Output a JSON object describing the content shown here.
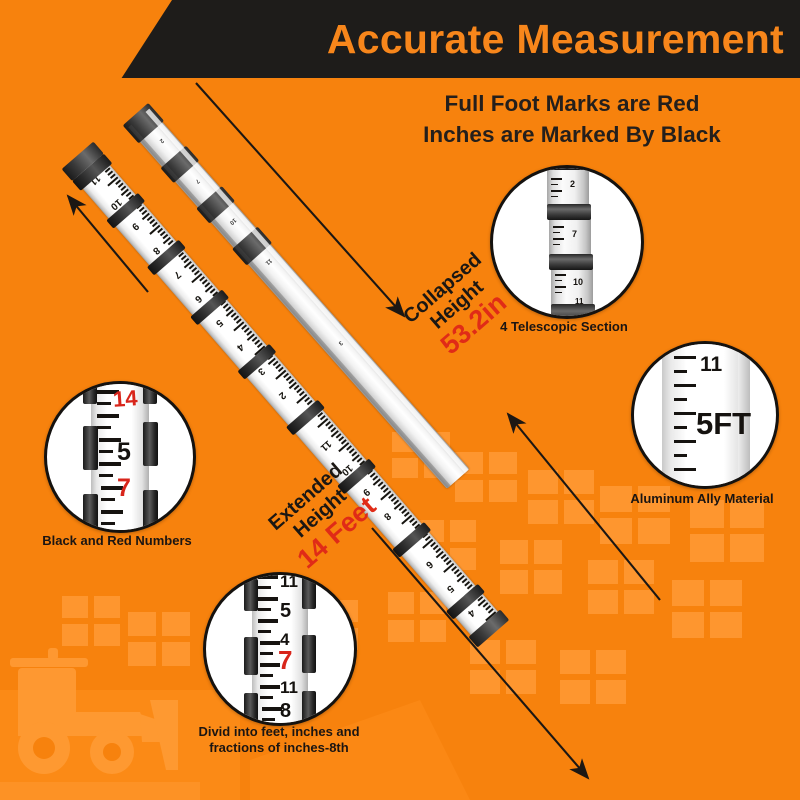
{
  "header": {
    "title": "Accurate Measurement",
    "title_color": "#F7861B",
    "banner_color": "#1E1C1A"
  },
  "subtitle": {
    "line1": "Full Foot Marks are Red",
    "line2": "Inches are Marked By Black",
    "color": "#241F1C"
  },
  "background": {
    "color": "#F7820D",
    "accent_color": "#FF9429",
    "silhouettes": [
      "bulldozer-silhouette",
      "building-blocks-silhouette"
    ]
  },
  "annotations": {
    "collapsed": {
      "label": "Collapsed\nHeight",
      "label_line1": "Collapsed",
      "label_line2": "Height",
      "value": "53.2in",
      "value_color": "#E02B17"
    },
    "extended": {
      "label_line1": "Extended",
      "label_line2": "Height",
      "value": "14 Feet",
      "value_color": "#E02B17"
    }
  },
  "callouts": [
    {
      "id": "telescopic",
      "name": "4-telescopic-section",
      "label": "4 Telescopic Section",
      "numbers": [
        "2",
        "7",
        "10",
        "11"
      ]
    },
    {
      "id": "material",
      "name": "aluminum-ally-material",
      "label": "Aluminum Ally Material",
      "numbers": [
        "11",
        "5FT"
      ]
    },
    {
      "id": "numbers",
      "name": "black-and-red-numbers",
      "label": "Black and Red Numbers",
      "numbers": [
        "14",
        "5",
        "7"
      ],
      "red_numbers": [
        "14",
        "7"
      ],
      "black_numbers": [
        "5"
      ]
    },
    {
      "id": "fractions",
      "name": "divid-into-feet-inches",
      "label_line1": "Divid into feet, inches and",
      "label_line2": "fractions of inches-8th",
      "numbers": [
        "11",
        "5",
        "4",
        "7",
        "11",
        "8"
      ],
      "red_numbers": [
        "7"
      ]
    }
  ],
  "rods": {
    "extended": {
      "name": "extended-measuring-rod",
      "face_numbers": [
        "11",
        "10",
        "9",
        "8",
        "7",
        "6",
        "5",
        "4",
        "3",
        "2",
        "1"
      ],
      "red_foot_marks": [
        "3",
        "2",
        "1",
        "4",
        "7"
      ]
    },
    "collapsed": {
      "name": "collapsed-telescopic-rod",
      "section_count": 4
    }
  },
  "arrows": [
    {
      "name": "arrow-extended-top",
      "direction": "up-left"
    },
    {
      "name": "arrow-collapsed",
      "direction": "down-right"
    },
    {
      "name": "arrow-extended-bottom",
      "direction": "down-right"
    },
    {
      "name": "arrow-material",
      "direction": "up-left"
    }
  ]
}
